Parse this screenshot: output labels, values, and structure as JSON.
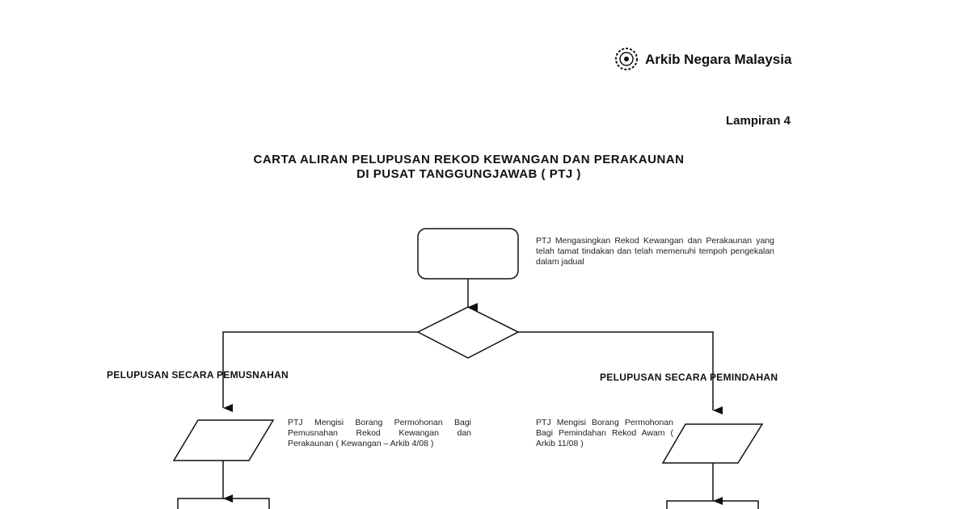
{
  "header": {
    "brand": "Arkib Negara Malaysia",
    "logo_icon": "arkib-seal-icon",
    "appendix": "Lampiran 4"
  },
  "document": {
    "title_line1": "CARTA ALIRAN PELUPUSAN REKOD KEWANGAN DAN PERAKAUNAN",
    "title_line2": "DI PUSAT TANGGUNGJAWAB ( PTJ )"
  },
  "flowchart": {
    "step1_note": "PTJ Mengasingkan Rekod Kewangan dan Perakaunan yang telah tamat tindakan dan telah memenuhi tempoh pengekalan dalam jadual",
    "branch_left_label": "PELUPUSAN SECARA PEMUSNAHAN",
    "branch_right_label": "PELUPUSAN SECARA PEMINDAHAN",
    "left_step_note": "PTJ Mengisi Borang Permohonan Bagi Pemusnahan Rekod Kewangan dan Perakaunan ( Kewangan – Arkib 4/08 )",
    "right_step_note": "PTJ Mengisi Borang Permohonan Bagi Pemindahan Rekod Awam ( Arkib 11/08 )"
  }
}
